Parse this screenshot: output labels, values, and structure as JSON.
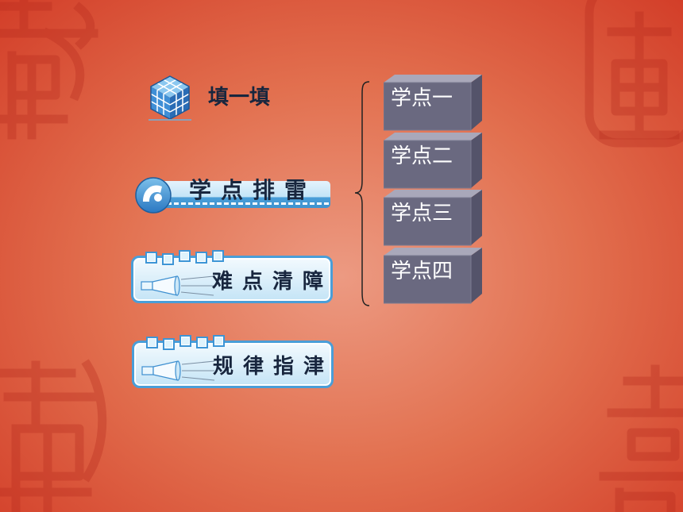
{
  "theme": {
    "background_center": "#ec9a82",
    "background_mid": "#e2704f",
    "background_edge": "#d23c27",
    "label_text": "#18263e",
    "accent_blue": "#4a9ed8",
    "point_front": "#6a6980",
    "point_top": "#a9a8ba",
    "point_side": "#54536a",
    "point_text": "#ffffff"
  },
  "menu": {
    "items": [
      {
        "label": "填一填",
        "icon": "cube-icon"
      },
      {
        "label": "学点排雷",
        "icon": "round-badge-icon"
      },
      {
        "label": "难点清障",
        "icon": "megaphone-icon"
      },
      {
        "label": "规律指津",
        "icon": "megaphone-icon"
      }
    ]
  },
  "points": {
    "items": [
      {
        "label": "学点一"
      },
      {
        "label": "学点二"
      },
      {
        "label": "学点三"
      },
      {
        "label": "学点四"
      }
    ]
  }
}
